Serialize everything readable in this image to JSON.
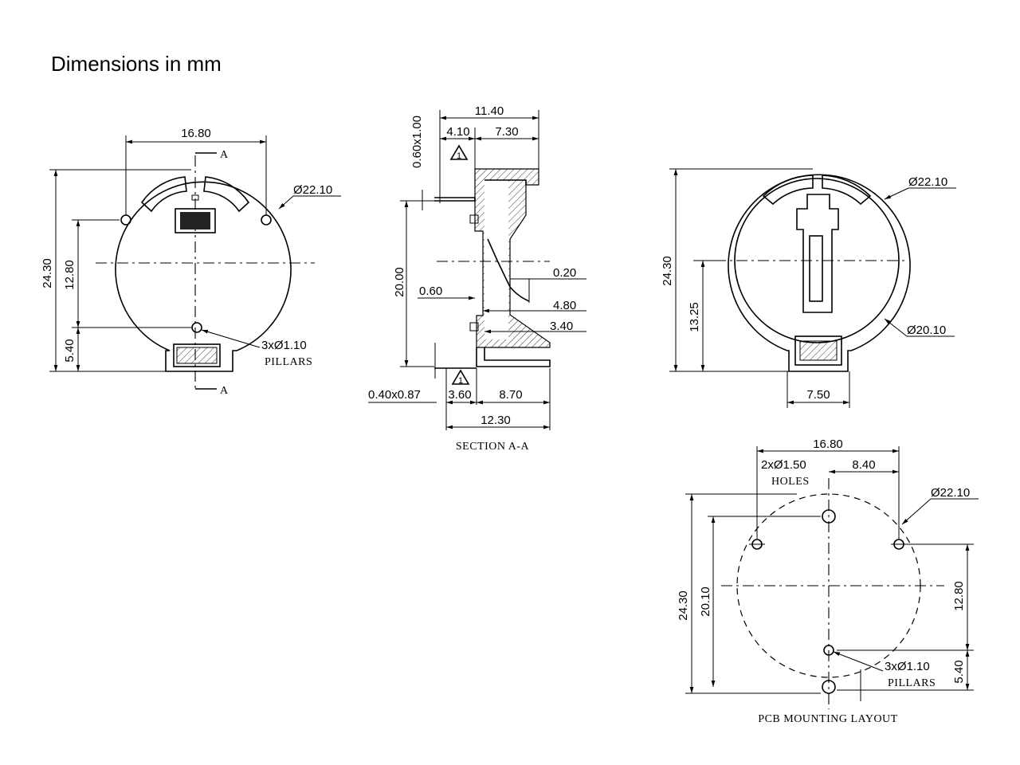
{
  "title": "Dimensions in mm",
  "top_view": {
    "width": "16.80",
    "diameter": "Ø22.10",
    "height_total": "24.30",
    "height_mid": "12.80",
    "height_low": "5.40",
    "pillars_count": "3xØ1.10",
    "pillars_label": "PILLARS",
    "section_marker": "A"
  },
  "section_view": {
    "depth_total": "11.40",
    "depth_a": "4.10",
    "depth_b": "7.30",
    "contact": "0.60x1.00",
    "height": "20.00",
    "wall": "0.60",
    "spring": "0.20",
    "gap1": "4.80",
    "gap2": "3.40",
    "tab": "0.40x0.87",
    "base_a": "3.60",
    "base_b": "8.70",
    "base_total": "12.30",
    "caption": "SECTION A-A",
    "warning_number": "1"
  },
  "bottom_view": {
    "outer_diameter": "Ø22.10",
    "inner_diameter": "Ø20.10",
    "height_total": "24.30",
    "height_center": "13.25",
    "tab_width": "7.50"
  },
  "pcb_layout": {
    "width": "16.80",
    "half_width": "8.40",
    "holes_count": "2xØ1.50",
    "holes_label": "HOLES",
    "diameter": "Ø22.10",
    "height_total": "24.30",
    "height_holes": "20.10",
    "height_mid": "12.80",
    "height_low": "5.40",
    "pillars_count": "3xØ1.10",
    "pillars_label": "PILLARS",
    "caption": "PCB MOUNTING LAYOUT"
  }
}
